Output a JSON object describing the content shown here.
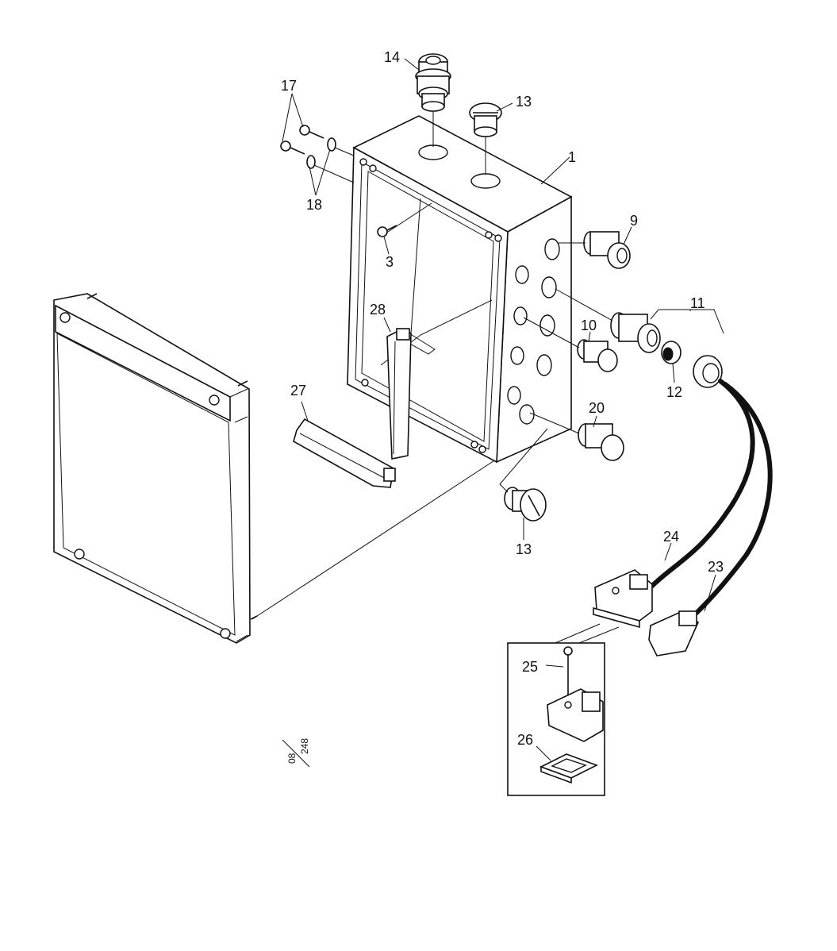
{
  "callouts": [
    {
      "id": "c1",
      "text": "1"
    },
    {
      "id": "c3",
      "text": "3"
    },
    {
      "id": "c9",
      "text": "9"
    },
    {
      "id": "c10",
      "text": "10"
    },
    {
      "id": "c11",
      "text": "11"
    },
    {
      "id": "c12",
      "text": "12"
    },
    {
      "id": "c13a",
      "text": "13"
    },
    {
      "id": "c13b",
      "text": "13"
    },
    {
      "id": "c14",
      "text": "14"
    },
    {
      "id": "c17",
      "text": "17"
    },
    {
      "id": "c18",
      "text": "18"
    },
    {
      "id": "c20",
      "text": "20"
    },
    {
      "id": "c23",
      "text": "23"
    },
    {
      "id": "c24",
      "text": "24"
    },
    {
      "id": "c25",
      "text": "25"
    },
    {
      "id": "c26",
      "text": "26"
    },
    {
      "id": "c27",
      "text": "27"
    },
    {
      "id": "c28",
      "text": "28"
    }
  ],
  "drawing_code": {
    "numerator": "08",
    "denominator": "248"
  }
}
